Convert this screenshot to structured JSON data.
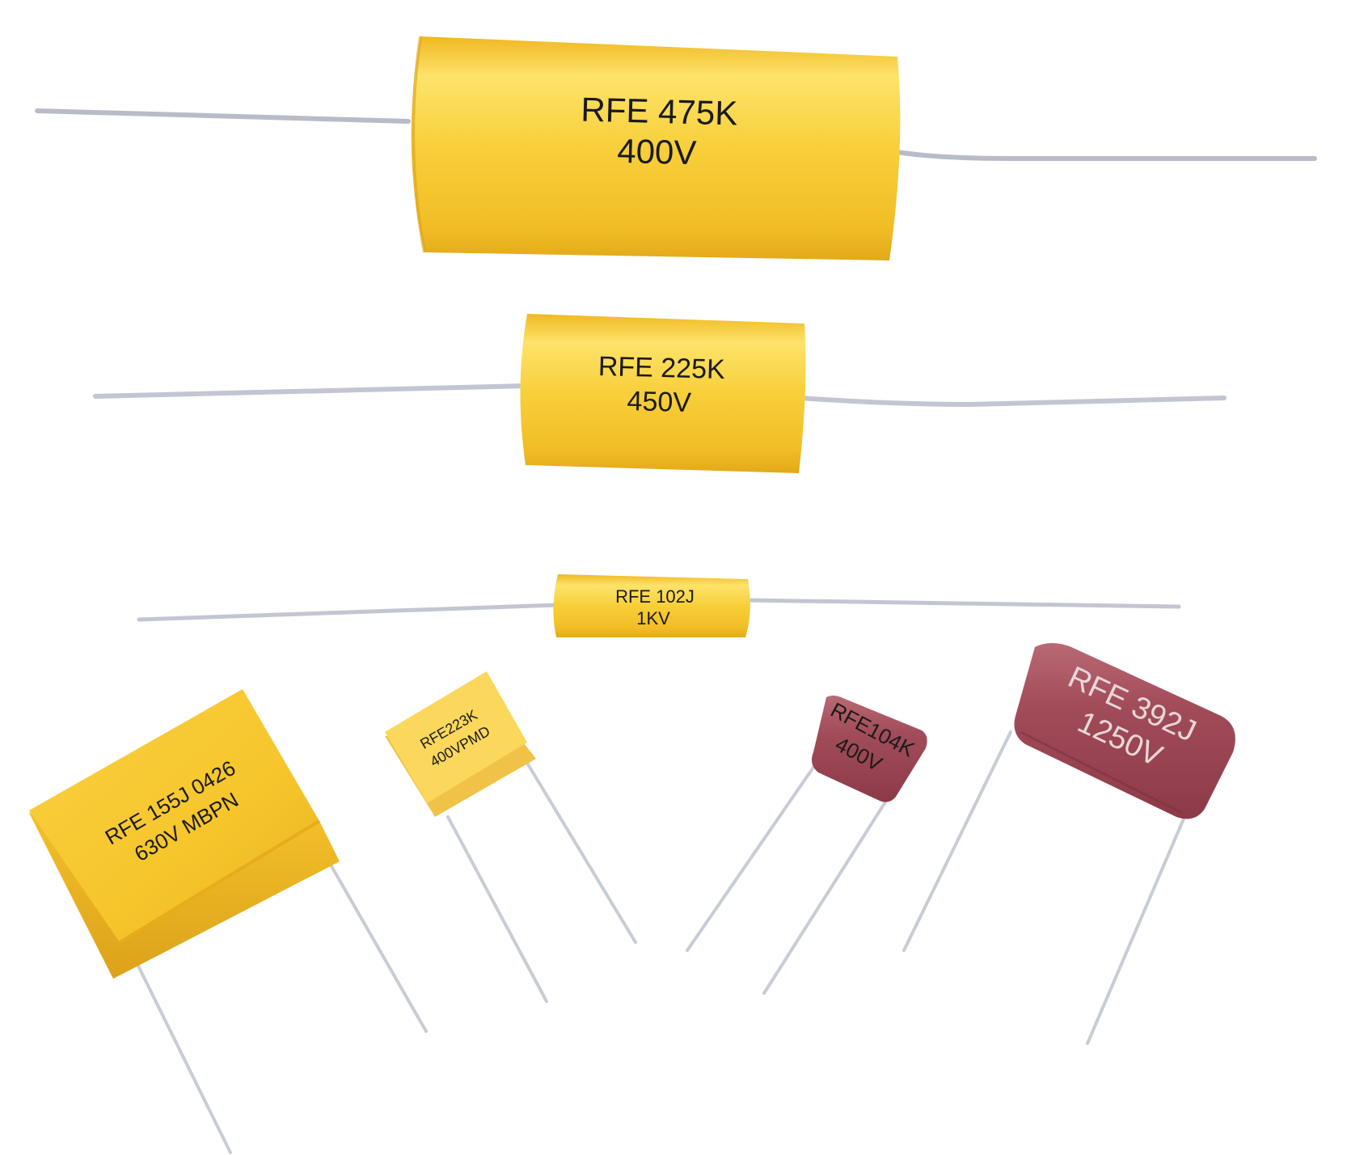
{
  "colors": {
    "background": "#ffffff",
    "yellow_body": "#f6c52b",
    "yellow_highlight": "#fde36a",
    "yellow_shadow": "#e2a91a",
    "red_body": "#9c4452",
    "red_highlight": "#b96a73",
    "lead_wire": "#c8ccd6",
    "label_dark": "#1a1a1a",
    "label_light": "#e9d7d9"
  },
  "capacitors": {
    "axial_large": {
      "line1": "RFE 475K",
      "line2": "400V",
      "kind": "axial"
    },
    "axial_medium": {
      "line1": "RFE 225K",
      "line2": "450V",
      "kind": "axial"
    },
    "axial_small": {
      "line1": "RFE 102J",
      "line2": "1KV",
      "kind": "axial"
    },
    "box_large": {
      "line1": "RFE 155J 0426",
      "line2": "630V MBPN",
      "kind": "radial-box"
    },
    "box_small": {
      "line1": "RFE223K",
      "line2": "400VPMD",
      "kind": "radial-box"
    },
    "dipped_small": {
      "line1": "RFE104K",
      "line2": "400V",
      "kind": "radial-dipped"
    },
    "dipped_large": {
      "line1": "RFE 392J",
      "line2": "1250V",
      "kind": "radial-dipped"
    }
  }
}
